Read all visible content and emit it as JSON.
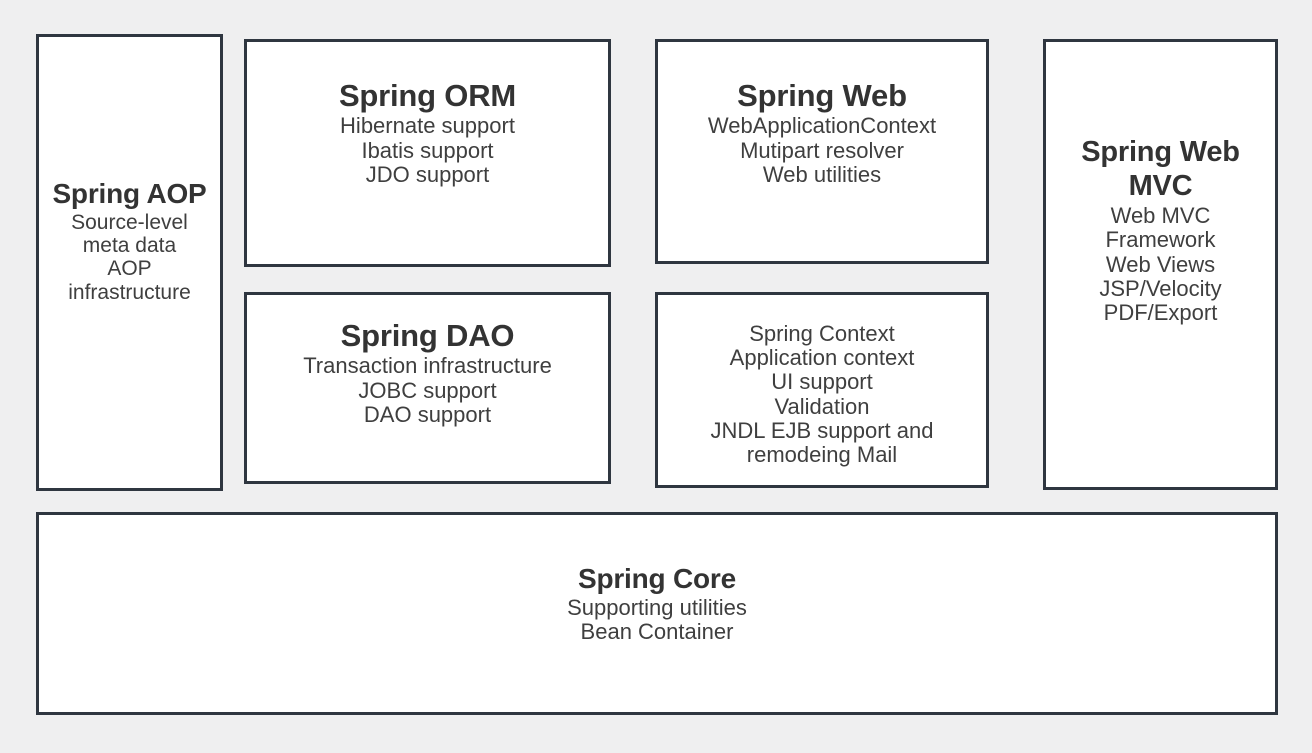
{
  "diagram": {
    "background_color": "#efeff0",
    "box_fill_color": "#ffffff",
    "box_border_color": "#2f3640",
    "text_color": "#3a3a3a",
    "boxes": [
      {
        "id": "spring-aop",
        "title": "Spring AOP",
        "title_bold": true,
        "lines": "Source-level\nmeta data\nAOP\ninfrastructure"
      },
      {
        "id": "spring-orm",
        "title": "Spring ORM",
        "title_bold": true,
        "lines": "Hibernate support\nIbatis support\nJDO support"
      },
      {
        "id": "spring-web",
        "title": "Spring Web",
        "title_bold": true,
        "lines": "WebApplicationContext\nMutipart resolver\nWeb utilities"
      },
      {
        "id": "spring-web-mvc",
        "title": "Spring Web\nMVC",
        "title_bold": true,
        "lines": "Web MVC\nFramework\nWeb Views\nJSP/Velocity\nPDF/Export"
      },
      {
        "id": "spring-dao",
        "title": "Spring DAO",
        "title_bold": true,
        "lines": "Transaction infrastructure\nJOBC support\nDAO support"
      },
      {
        "id": "spring-context",
        "title": "",
        "title_bold": false,
        "lines": "Spring Context\nApplication context\nUI support\nValidation\nJNDL EJB support and\nremodeing Mail"
      },
      {
        "id": "spring-core",
        "title": "Spring Core",
        "title_bold": true,
        "lines": "Supporting utilities\nBean Container"
      }
    ]
  }
}
